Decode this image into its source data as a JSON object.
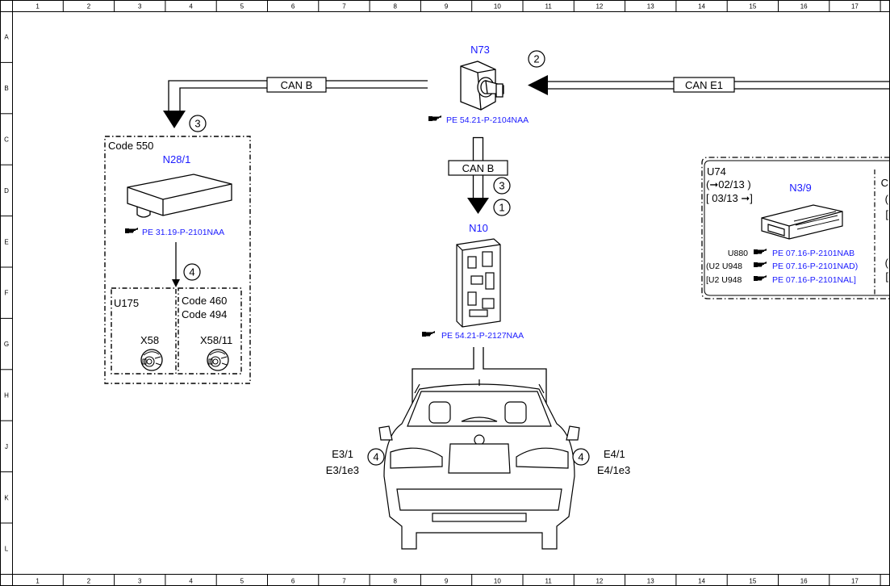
{
  "grid": {
    "columns": [
      "1",
      "2",
      "3",
      "4",
      "5",
      "6",
      "7",
      "8",
      "9",
      "10",
      "11",
      "12",
      "13",
      "14",
      "15",
      "16",
      "17"
    ],
    "rows": [
      "A",
      "B",
      "C",
      "D",
      "E",
      "F",
      "G",
      "H",
      "J",
      "K",
      "L"
    ]
  },
  "components": {
    "n73": {
      "id": "N73",
      "ref": "PE 54.21-P-2104NAA",
      "callout": "2"
    },
    "n10": {
      "id": "N10",
      "ref": "PE 54.21-P-2127NAA",
      "callout_a": "3",
      "callout_b": "1"
    },
    "n28": {
      "id": "N28/1",
      "ref": "PE 31.19-P-2101NAA"
    },
    "n3": {
      "id": "N3/9"
    }
  },
  "buses": {
    "can_b_left": "CAN B",
    "can_b_down": "CAN B",
    "can_e1": "CAN E1",
    "left_callout": "3"
  },
  "code550_box": {
    "title": "Code 550",
    "callout": "4",
    "u175": "U175",
    "code460": "Code 460",
    "code494": "Code 494",
    "x58": "X58",
    "x58_11": "X58/11"
  },
  "u74_box": {
    "title": "U74",
    "range1": "(➞02/13 )",
    "range2": "[ 03/13 ➞]",
    "rows": [
      {
        "code": "U880",
        "ref": "PE 07.16-P-2101NAB"
      },
      {
        "code": "(U2  U948",
        "ref": "PE 07.16-P-2101NAD)"
      },
      {
        "code": "[U2  U948",
        "ref": "PE 07.16-P-2101NAL]"
      }
    ],
    "cut_marks": [
      "C",
      "(",
      "[",
      "(",
      "["
    ]
  },
  "vehicle": {
    "left_callout": "4",
    "left_a": "E3/1",
    "left_b": "E3/1e3",
    "right_callout": "4",
    "right_a": "E4/1",
    "right_b": "E4/1e3"
  },
  "icons": {
    "reference": "pointing-hand-icon"
  }
}
